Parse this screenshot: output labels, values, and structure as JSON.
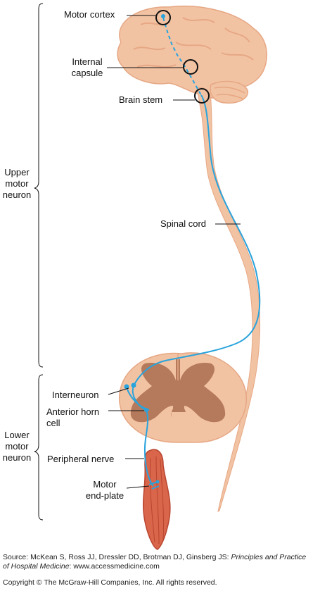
{
  "labels": {
    "motor_cortex": "Motor cortex",
    "internal_capsule_1": "Internal",
    "internal_capsule_2": "capsule",
    "brain_stem": "Brain stem",
    "spinal_cord": "Spinal cord",
    "upper_1": "Upper",
    "upper_2": "motor",
    "upper_3": "neuron",
    "lower_1": "Lower",
    "lower_2": "motor",
    "lower_3": "neuron",
    "interneuron": "Interneuron",
    "anterior_horn_1": "Anterior horn",
    "anterior_horn_2": "cell",
    "peripheral_nerve": "Peripheral nerve",
    "end_plate_1": "Motor",
    "end_plate_2": "end-plate"
  },
  "source": {
    "prefix": "Source: McKean S, Ross JJ, Dressler DD, Brotman DJ, Ginsberg JS: ",
    "title_1": "Principles and Practice",
    "title_2": "of Hospital Medicine",
    "suffix": ": www.accessmedicine.com"
  },
  "copyright": "Copyright © The McGraw-Hill Companies, Inc. All rights reserved.",
  "colors": {
    "tissue": "#f2c3a3",
    "tissue_dark": "#e6a784",
    "grey_matter": "#b57a5c",
    "pathway": "#29a3dc",
    "muscle": "#d9664a",
    "muscle_dark": "#b84530"
  }
}
